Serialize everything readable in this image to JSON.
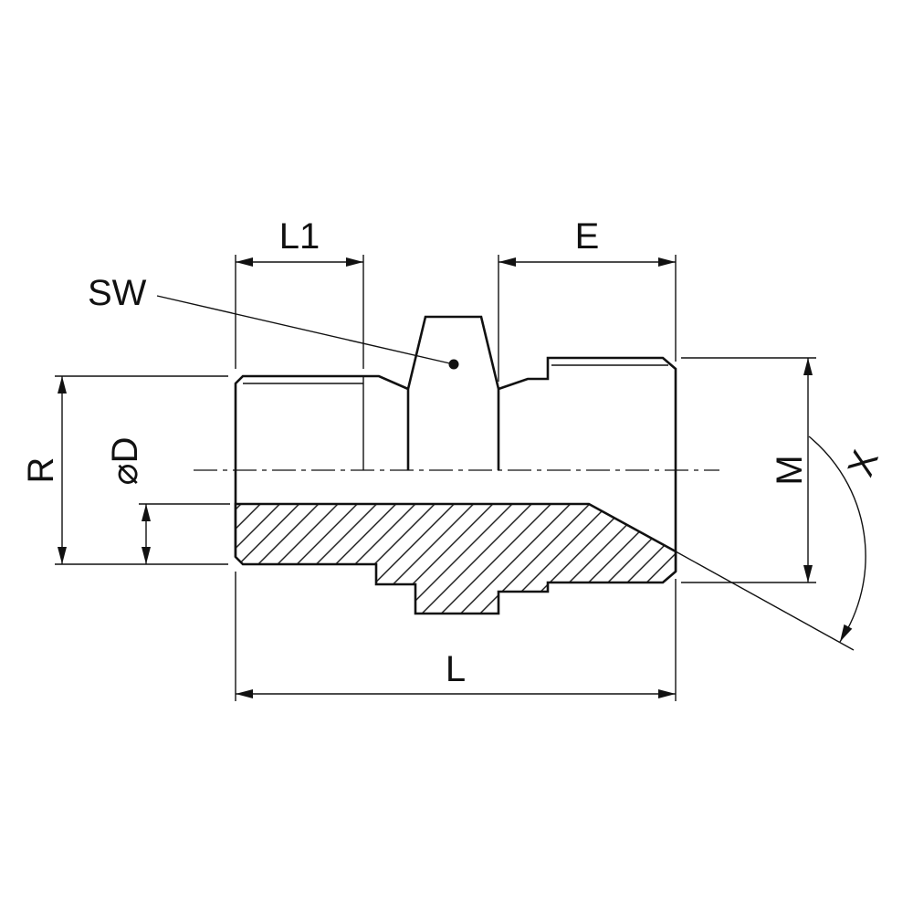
{
  "drawing": {
    "colors": {
      "line": "#111111",
      "background": "#ffffff"
    },
    "labels": {
      "l1": "L1",
      "e": "E",
      "sw": "SW",
      "r": "R",
      "diameter_d": "⌀D",
      "m": "M",
      "x": "X",
      "l": "L"
    }
  }
}
